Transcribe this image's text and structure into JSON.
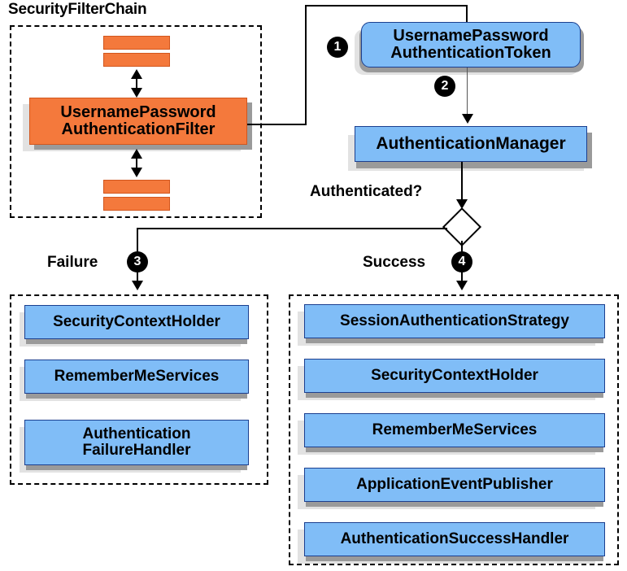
{
  "diagram": {
    "title": "Spring Security UsernamePasswordAuthenticationFilter flow",
    "colors": {
      "orange": "#f4793c",
      "blue": "#80bdf7",
      "shadow_dark": "#9a9a9a",
      "shadow_light": "#e2e2e2",
      "line": "#000000",
      "badge_bg": "#000000",
      "badge_fg": "#ffffff"
    },
    "groups": {
      "security_filter_chain": {
        "title": "SecurityFilterChain",
        "filter_node": "UsernamePassword\nAuthenticationFilter",
        "filter_node_line1": "UsernamePassword",
        "filter_node_line2": "AuthenticationFilter",
        "bars_above_count": 2,
        "bars_below_count": 2
      },
      "failure_group": {
        "items": [
          {
            "label": "SecurityContextHolder"
          },
          {
            "label": "RememberMeServices"
          },
          {
            "label_line1": "Authentication",
            "label_line2": "FailureHandler"
          }
        ]
      },
      "success_group": {
        "items": [
          {
            "label": "SessionAuthenticationStrategy"
          },
          {
            "label": "SecurityContextHolder"
          },
          {
            "label": "RememberMeServices"
          },
          {
            "label": "ApplicationEventPublisher"
          },
          {
            "label": "AuthenticationSuccessHandler"
          }
        ]
      }
    },
    "nodes": {
      "token": {
        "line1": "UsernamePassword",
        "line2": "AuthenticationToken"
      },
      "authentication_manager": {
        "label": "AuthenticationManager"
      }
    },
    "labels": {
      "authenticated_question": "Authenticated?",
      "failure": "Failure",
      "success": "Success"
    },
    "badges": {
      "one": "1",
      "two": "2",
      "three": "3",
      "four": "4"
    }
  }
}
